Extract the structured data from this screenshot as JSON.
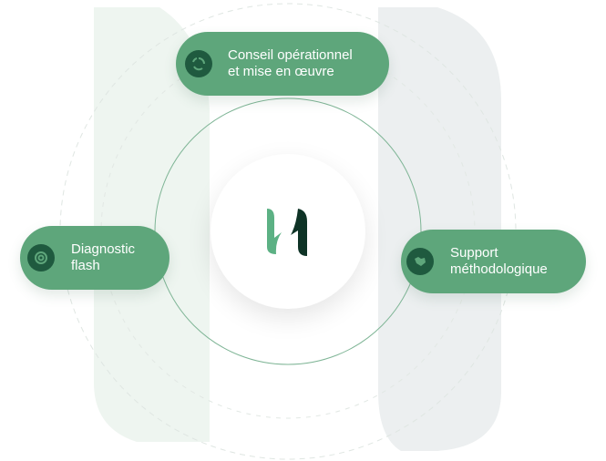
{
  "nodes": [
    {
      "id": "top",
      "label_line1": "Conseil opérationnel",
      "label_line2": "et mise en œuvre",
      "icon": "recycle-icon"
    },
    {
      "id": "left",
      "label_line1": "Diagnostic",
      "label_line2": "flash",
      "icon": "target-icon"
    },
    {
      "id": "right",
      "label_line1": "Support",
      "label_line2": "méthodologique",
      "icon": "handshake-icon"
    }
  ],
  "colors": {
    "pill": "#5ea67b",
    "icon_bg": "#1f5a3f",
    "logo_light": "#5cb184",
    "logo_dark": "#0e3326"
  }
}
